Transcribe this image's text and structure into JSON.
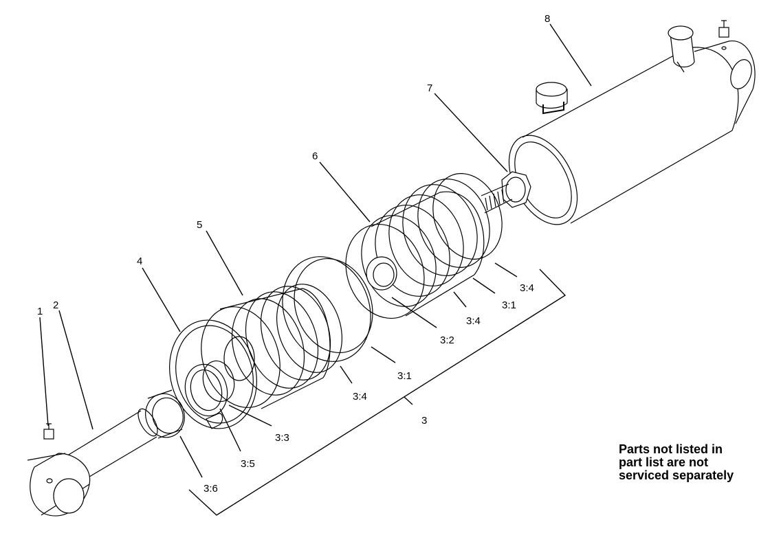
{
  "labels": {
    "l1": "1",
    "l2": "2",
    "l3": "3",
    "l4": "4",
    "l5": "5",
    "l6": "6",
    "l7": "7",
    "l8": "8",
    "l31a": "3:1",
    "l31b": "3:1",
    "l32": "3:2",
    "l33": "3:3",
    "l34a": "3:4",
    "l34b": "3:4",
    "l34c": "3:4",
    "l35": "3:5",
    "l36": "3:6"
  },
  "note": {
    "line1": "Parts not listed in",
    "line2": "part list are not",
    "line3": "serviced separately"
  }
}
